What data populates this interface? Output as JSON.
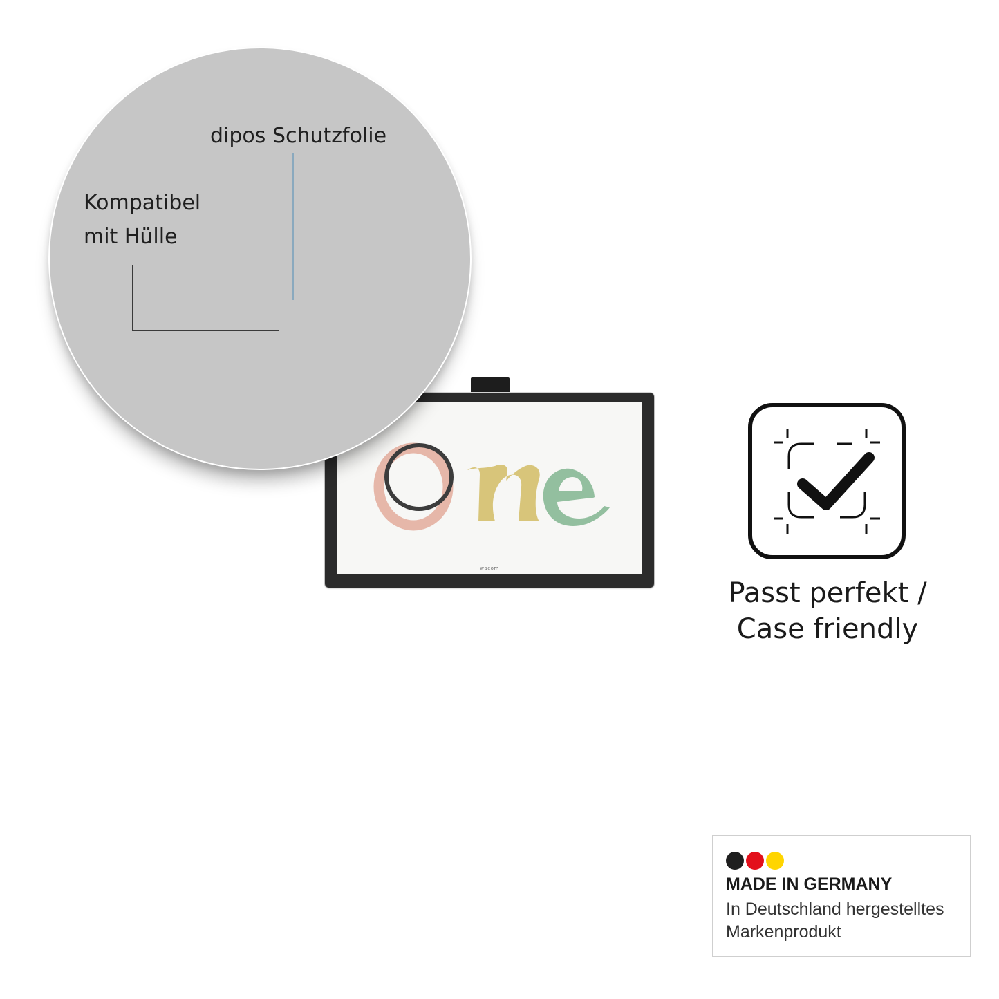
{
  "magnifier": {
    "label_film": "dipos Schutzfolie",
    "label_compat_line1": "Kompatibel",
    "label_compat_line2": "mit Hülle",
    "colors": {
      "circle": "#c6c6c6",
      "film_line": "#8aa9be",
      "case_line": "#3a3a3a"
    }
  },
  "tablet": {
    "screen_logo_text": "One",
    "brand": "wacom",
    "colors": {
      "o_ring_pink": "#e6b7a9",
      "o_ring_dark": "#3c3c3c",
      "n_yellow": "#d8c57a",
      "e_green": "#93bf9f"
    }
  },
  "case_badge": {
    "icon": "check-frame-icon",
    "line1": "Passt perfekt /",
    "line2": "Case friendly"
  },
  "made_in_germany": {
    "title": "MADE IN GERMANY",
    "line1": "In Deutschland hergestelltes",
    "line2": "Markenprodukt",
    "dot_colors": [
      "#1f1f1f",
      "#e3101b",
      "#ffd500"
    ]
  }
}
